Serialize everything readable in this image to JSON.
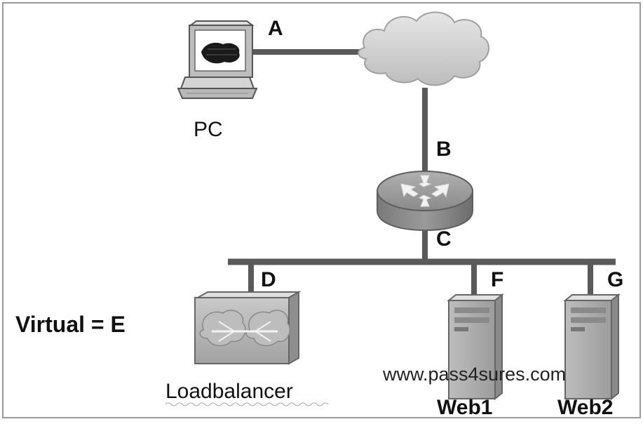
{
  "nodes": {
    "pc": {
      "label": "PC"
    },
    "loadbalancer": {
      "label": "Loadbalancer"
    },
    "web1": {
      "label": "Web1"
    },
    "web2": {
      "label": "Web2"
    }
  },
  "points": {
    "a": "A",
    "b": "B",
    "c": "C",
    "d": "D",
    "f": "F",
    "g": "G"
  },
  "virtual_label": "Virtual = E",
  "watermark": "www.pass4sures.com",
  "icons": {
    "pc": "computer-icon",
    "cloud": "cloud-icon",
    "router": "router-icon",
    "loadbalancer": "load-balancer-icon",
    "server": "server-icon"
  },
  "colors": {
    "link": "#5a5a5a",
    "router": "#8c8c8c",
    "device_gray": "#a8a8a8"
  }
}
